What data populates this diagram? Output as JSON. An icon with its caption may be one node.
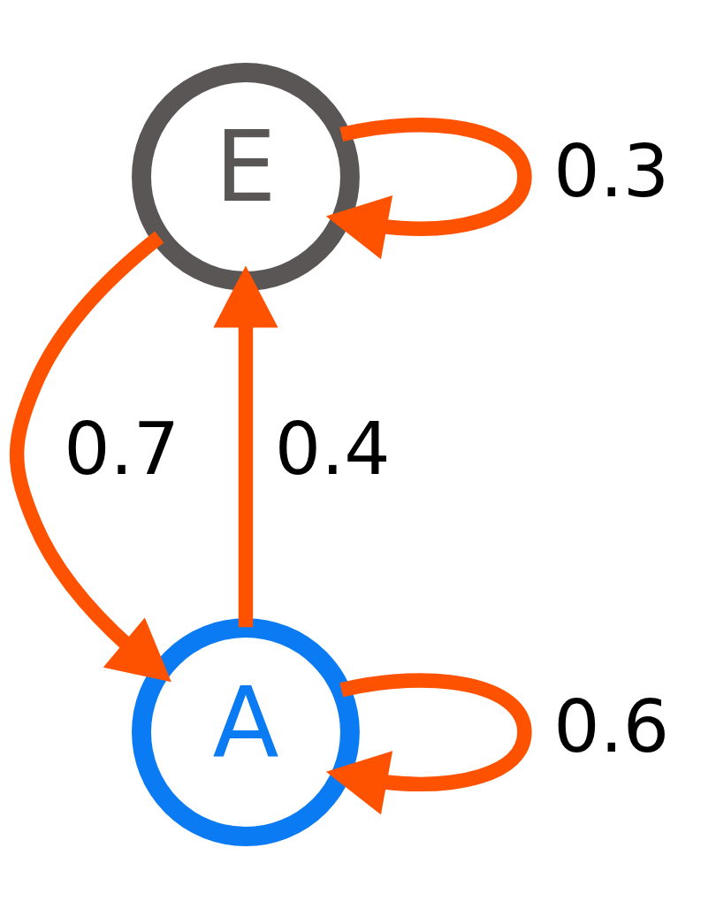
{
  "diagram": {
    "nodes": [
      {
        "text": [
          "E"
        ]
      },
      {
        "text": [
          "A"
        ]
      }
    ],
    "edges": [
      {
        "from": 0,
        "to": 0,
        "arrow": "to",
        "label": "0.3"
      },
      {
        "from": 0,
        "to": 1,
        "arrow": "to",
        "label": "0.7"
      },
      {
        "from": 1,
        "to": 0,
        "arrow": "to",
        "label": "0.4"
      },
      {
        "from": 1,
        "to": 1,
        "arrow": "to",
        "label": "0.6"
      }
    ]
  }
}
